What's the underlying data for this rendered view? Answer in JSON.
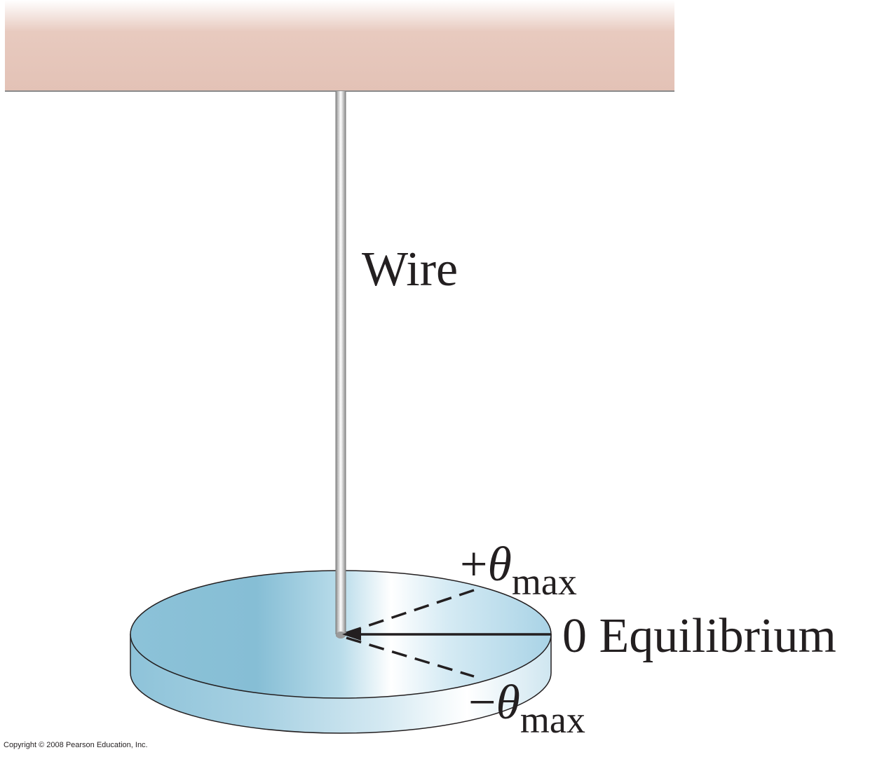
{
  "labels": {
    "wire": "Wire",
    "plus_sign": "+",
    "minus_sign": "−",
    "theta": "θ",
    "max_subscript": "max",
    "equilibrium": "0 Equilibrium"
  },
  "copyright": "Copyright © 2008 Pearson Education, Inc.",
  "colors": {
    "ceiling": "#e3c2b6",
    "ceiling_edge": "#8a8a8a",
    "disk_top": "#8cc2d8",
    "disk_side": "#9ccbe0",
    "wire": "#b8b8b8",
    "reference_lines": "#231f20",
    "text": "#231f20"
  }
}
